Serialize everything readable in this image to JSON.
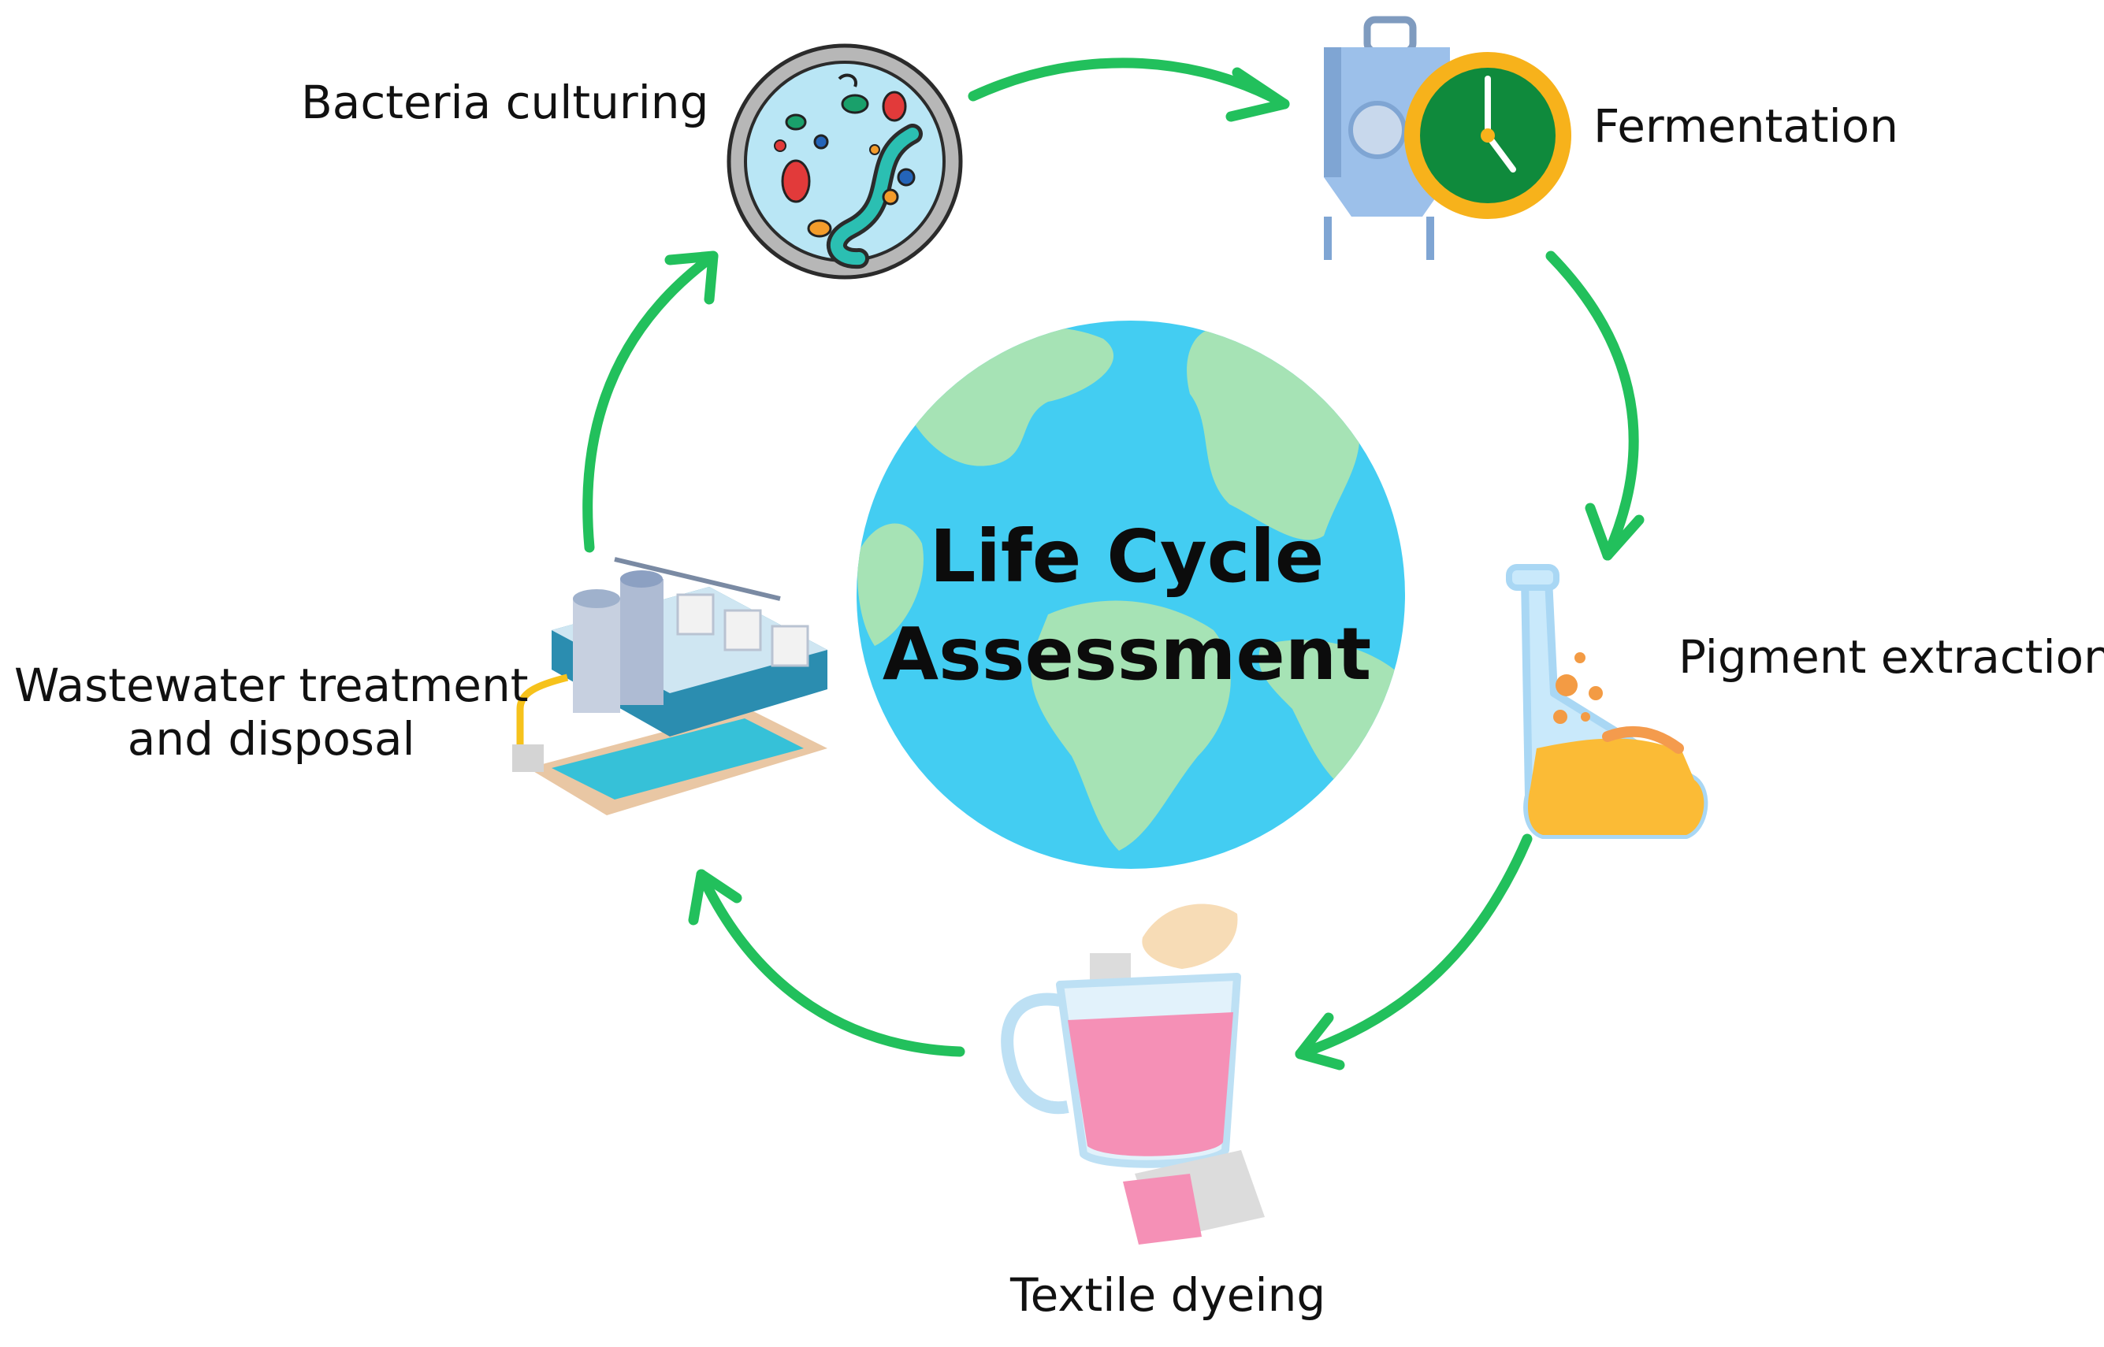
{
  "center": {
    "line1": "Life Cycle",
    "line2": "Assessment"
  },
  "stages": {
    "bacteria": "Bacteria culturing",
    "fermentation": "Fermentation",
    "pigment": "Pigment extraction",
    "textile": "Textile dyeing",
    "wastewater_line1": "Wastewater treatment",
    "wastewater_line2": "and disposal"
  },
  "icons": [
    "petri-dish-icon",
    "fermenter-clock-icon",
    "flask-icon",
    "dyeing-jug-icon",
    "treatment-plant-icon",
    "globe-icon"
  ],
  "colors": {
    "arrow": "#22c05c",
    "ocean": "#43cdf2",
    "land": "#a6e3b5",
    "flask_liquid": "#fbbb36",
    "dye": "#f590b6",
    "clock": "#f7b21b",
    "clock_face": "#0f8a3c"
  }
}
